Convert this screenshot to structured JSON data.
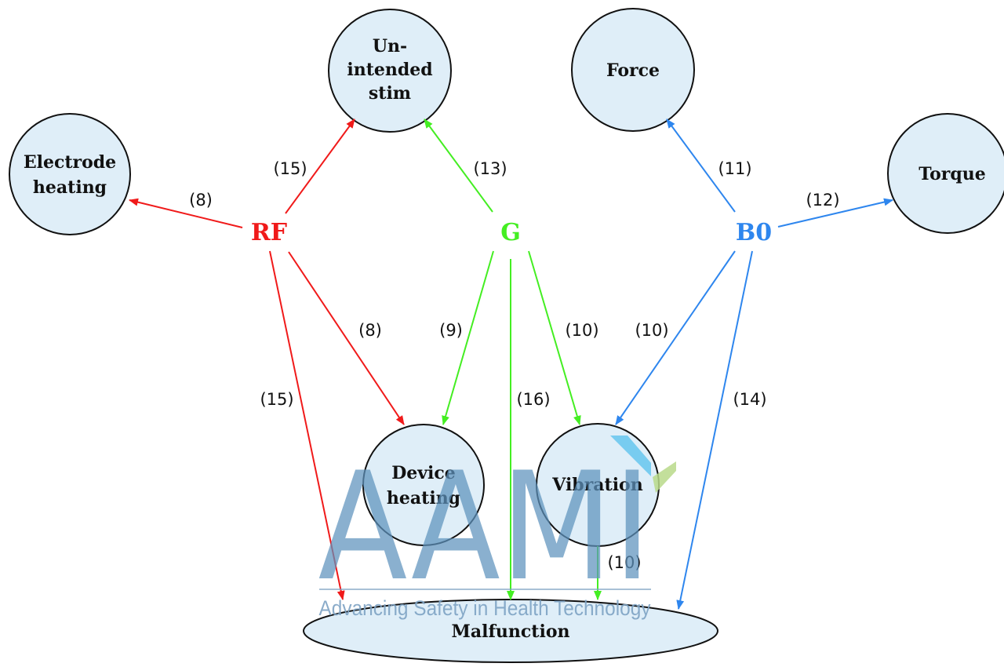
{
  "colors": {
    "rf": "#f01a1a",
    "g": "#44ee22",
    "b0": "#2e86ee",
    "node_fill": "#dfeef8",
    "watermark": "#5e93bd"
  },
  "sources": {
    "rf": "RF",
    "g": "G",
    "b0": "B0"
  },
  "nodes": {
    "electrode_heating": [
      "Electrode",
      "heating"
    ],
    "unintended_stim": [
      "Un-",
      "intended",
      "stim"
    ],
    "force": [
      "Force"
    ],
    "torque": [
      "Torque"
    ],
    "device_heating": [
      "Device",
      "heating"
    ],
    "vibration": [
      "Vibration"
    ],
    "malfunction": [
      "Malfunction"
    ]
  },
  "edges": [
    {
      "id": "rf-electrode",
      "from": "rf",
      "to": "electrode_heating",
      "label": "(8)"
    },
    {
      "id": "rf-stim",
      "from": "rf",
      "to": "unintended_stim",
      "label": "(15)"
    },
    {
      "id": "rf-device",
      "from": "rf",
      "to": "device_heating",
      "label": "(8)"
    },
    {
      "id": "rf-malfunction",
      "from": "rf",
      "to": "malfunction",
      "label": "(15)"
    },
    {
      "id": "g-stim",
      "from": "g",
      "to": "unintended_stim",
      "label": "(13)"
    },
    {
      "id": "g-device",
      "from": "g",
      "to": "device_heating",
      "label": "(9)"
    },
    {
      "id": "g-malfunction",
      "from": "g",
      "to": "malfunction",
      "label": "(16)"
    },
    {
      "id": "g-vibration",
      "from": "g",
      "to": "vibration",
      "label": "(10)"
    },
    {
      "id": "b0-force",
      "from": "b0",
      "to": "force",
      "label": "(11)"
    },
    {
      "id": "b0-torque",
      "from": "b0",
      "to": "torque",
      "label": "(12)"
    },
    {
      "id": "b0-vibration",
      "from": "b0",
      "to": "vibration",
      "label": "(10)"
    },
    {
      "id": "b0-malfunction",
      "from": "b0",
      "to": "malfunction",
      "label": "(14)"
    },
    {
      "id": "vibration-malfunction",
      "from": "vibration",
      "to": "malfunction",
      "label": "(10)"
    }
  ],
  "watermark": {
    "letters": "AAMI",
    "tagline": "Advancing Safety in Health Technology"
  }
}
